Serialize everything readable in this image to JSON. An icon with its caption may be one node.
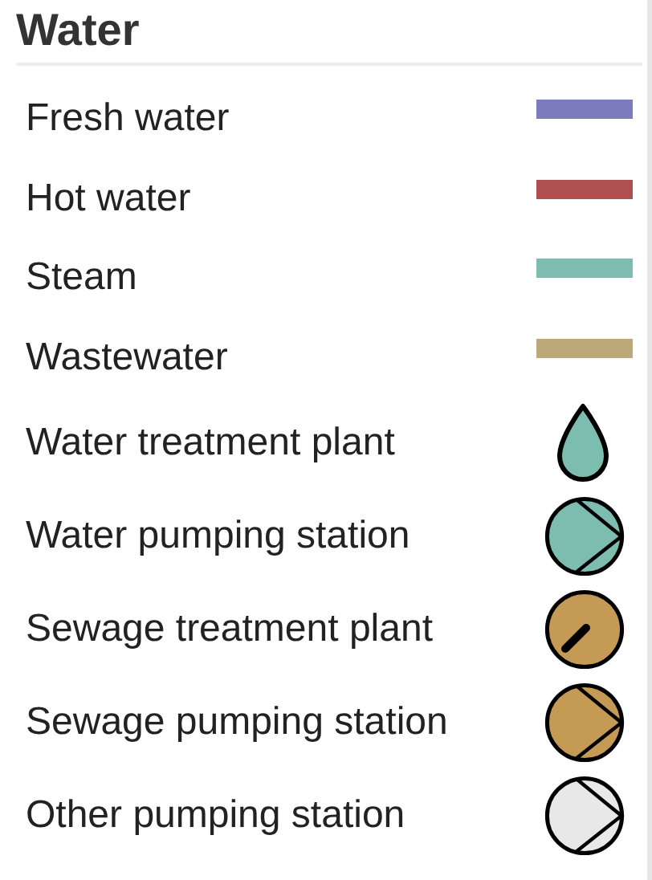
{
  "diagram": {
    "title": "Water",
    "legend": [
      {
        "text": "Fresh water",
        "color": "#7b7bbd"
      },
      {
        "text": "Hot water",
        "color": "#b04f4f"
      },
      {
        "text": "Steam",
        "color": "#7dbcaf"
      },
      {
        "text": "Wastewater",
        "color": "#bda87a"
      },
      {
        "text": "Water treatment plant"
      },
      {
        "text": "Water pumping station"
      },
      {
        "text": "Sewage treatment plant"
      },
      {
        "text": "Sewage pumping station"
      },
      {
        "text": "Other pumping station"
      }
    ]
  }
}
